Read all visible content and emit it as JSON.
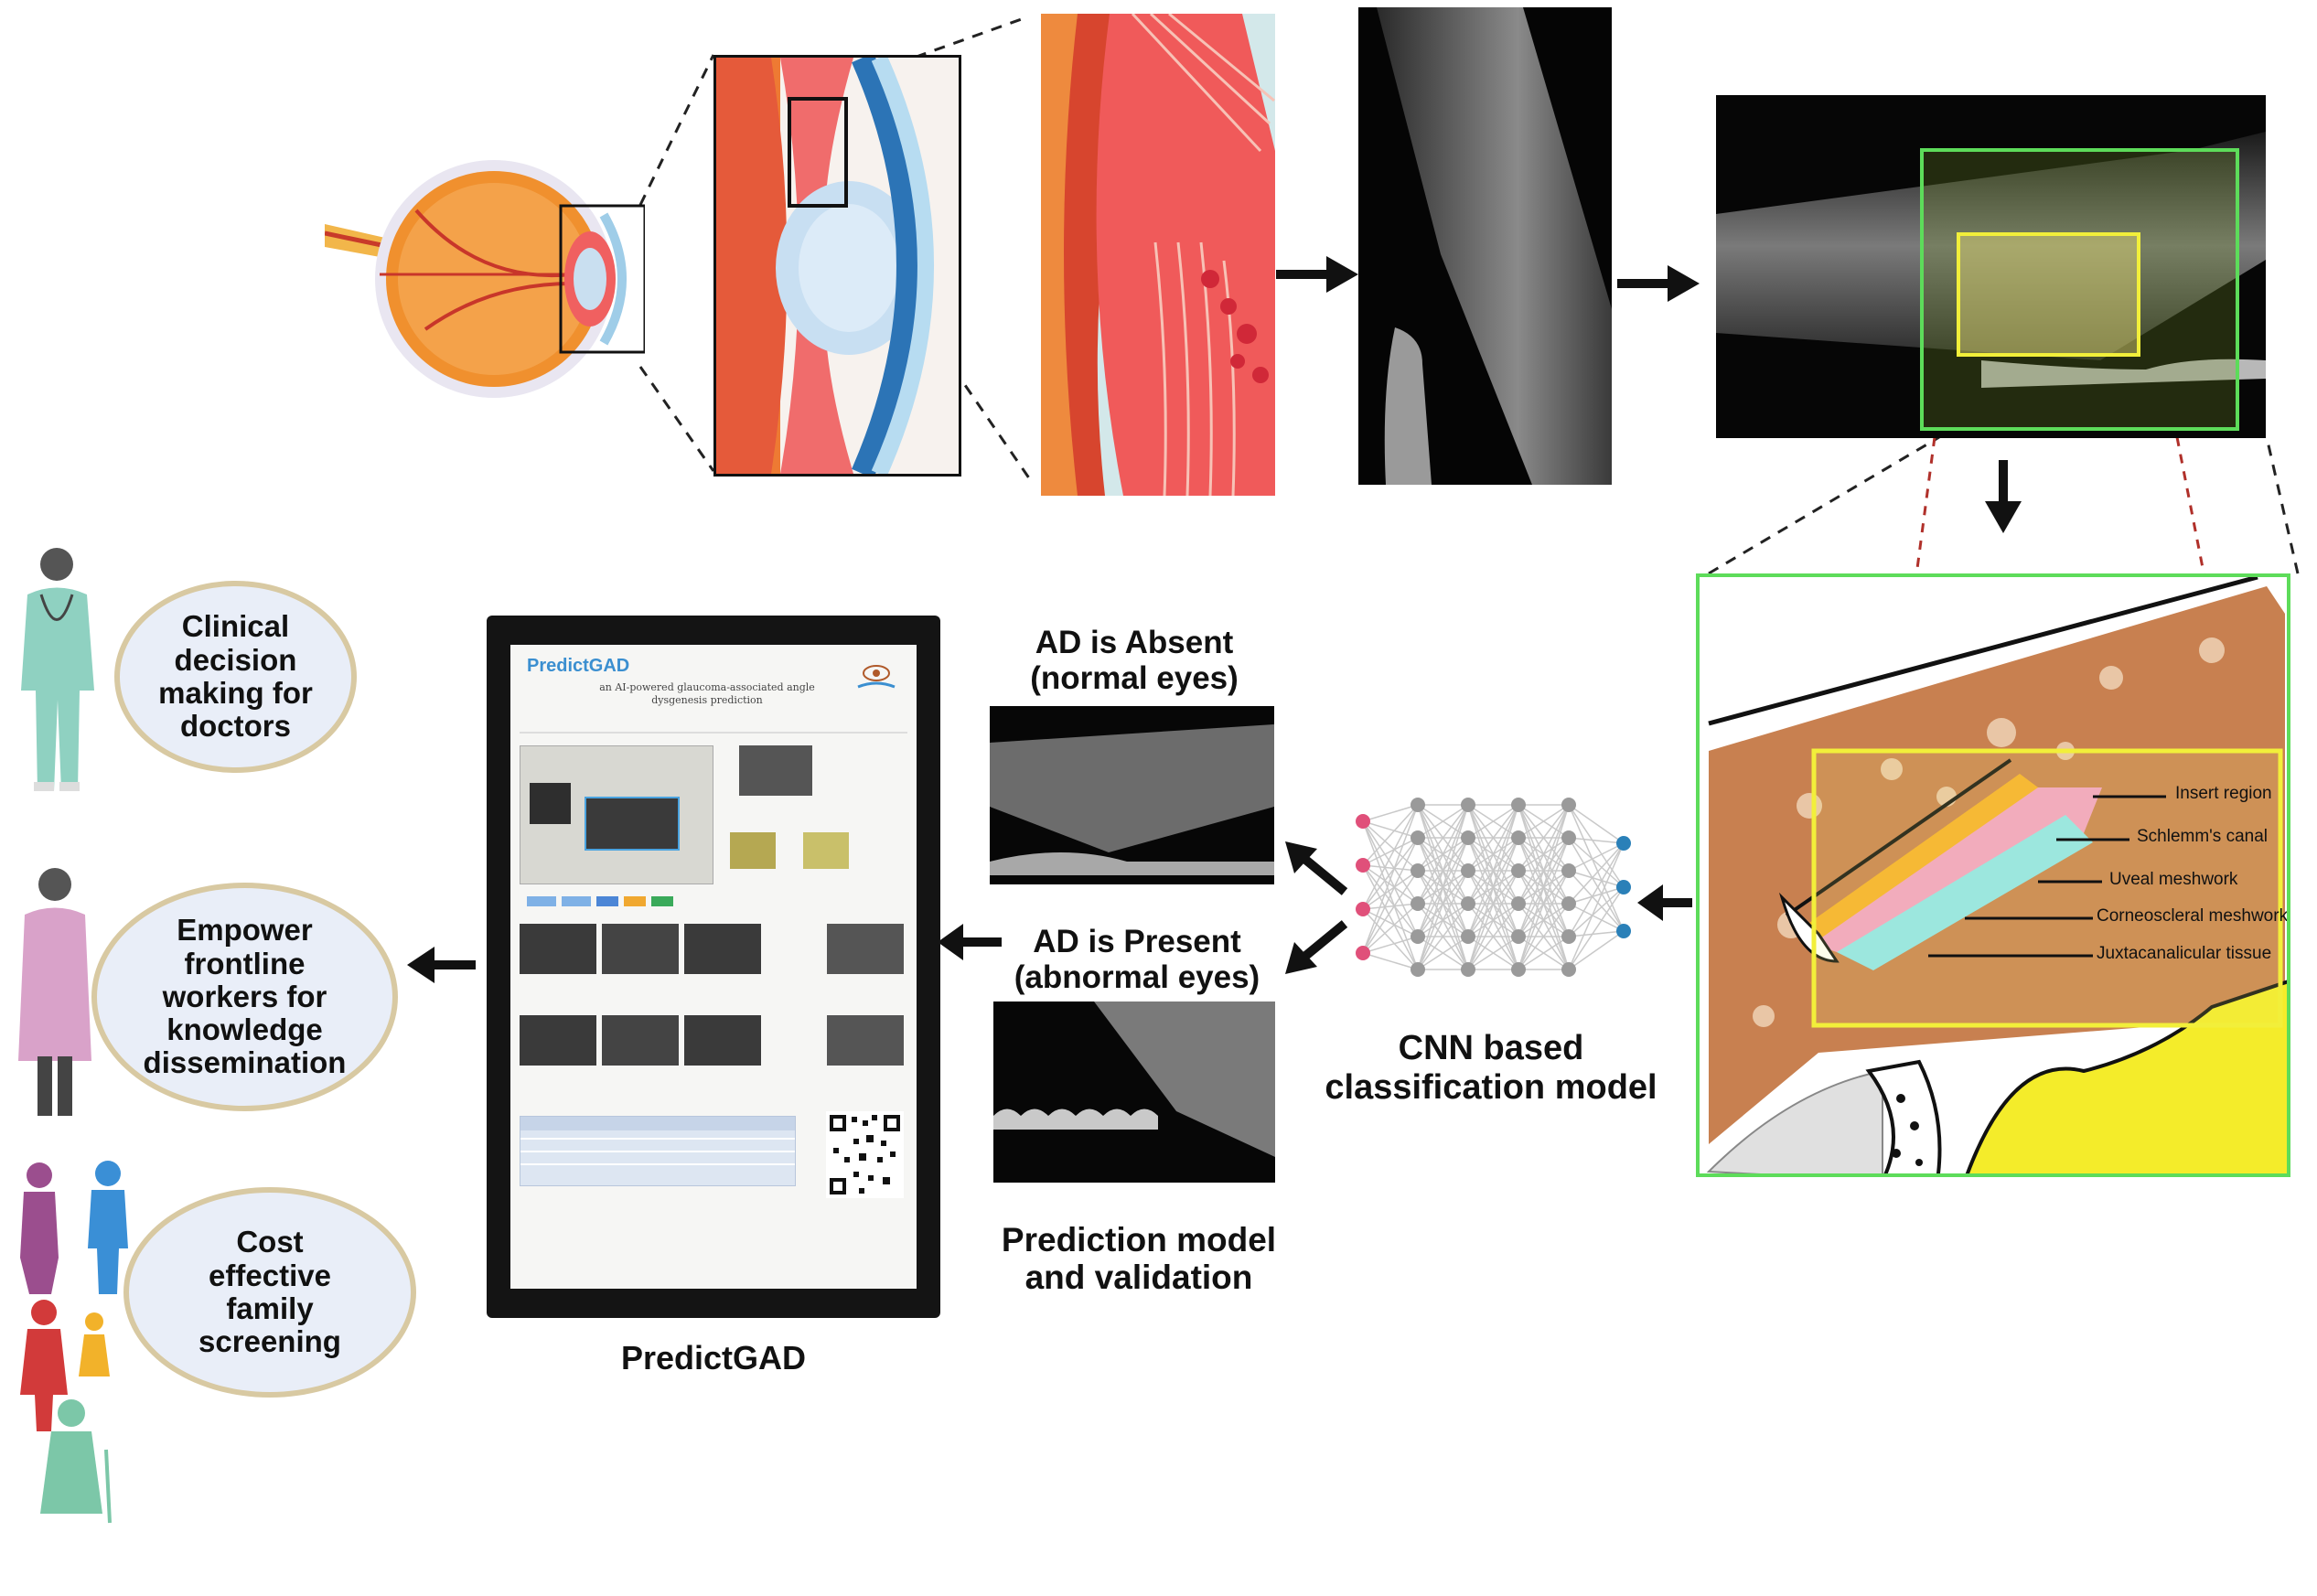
{
  "labels": {
    "ad_absent": "AD is Absent\n(normal eyes)",
    "ad_present": "AD is Present\n(abnormal eyes)",
    "cnn": "CNN based\nclassification model",
    "prediction": "Prediction model\nand validation",
    "predictgad": "PredictGAD"
  },
  "bubbles": {
    "clinical": "Clinical\ndecision\nmaking for\ndoctors",
    "empower": "Empower\nfrontline\nworkers for\nknowledge\ndissemination",
    "cost": "Cost\neffective\nfamily\nscreening"
  },
  "anatomy_labels": [
    "Insert region",
    "Schlemm's canal",
    "Uveal meshwork",
    "Corneoscleral meshwork",
    "Juxtacanalicular tissue"
  ],
  "app": {
    "logo": "PredictGAD",
    "subtitle": "an AI-powered glaucoma-associated angle dysgenesis prediction"
  },
  "colors": {
    "bubble_fill": "#e9eef8",
    "bubble_border": "#d8c9a2",
    "green_box": "#5ddc5a",
    "yellow_box": "#f2ef3a",
    "nn_input": "#e0507a",
    "nn_hidden": "#9a9a9a",
    "nn_output": "#2a80b8"
  },
  "icons": [
    "eye-anatomy-icon",
    "doctor-person-icon",
    "health-worker-person-icon",
    "family-group-icon",
    "qr-code-icon",
    "arrow-icon"
  ]
}
